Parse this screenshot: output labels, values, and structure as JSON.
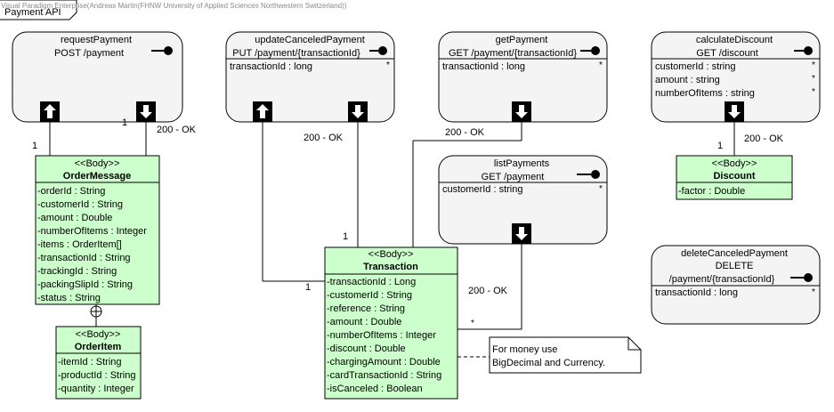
{
  "watermark": "Visual Paradigm Enterprise(Andreas Martin(FHNW University of Applied Sciences Northwestern Switzerland))",
  "frame_title": "Payment API",
  "resources": {
    "requestPayment": {
      "name": "requestPayment",
      "line2": "POST /payment"
    },
    "updateCanceledPayment": {
      "name": "updateCanceledPayment",
      "line2": "PUT /payment/{transactionId}",
      "param": "transactionId : long",
      "mult": "*"
    },
    "getPayment": {
      "name": "getPayment",
      "line2": "GET /payment/{transactionId}",
      "param": "transactionId : long",
      "mult": "*"
    },
    "listPayments": {
      "name": "listPayments",
      "line2": "GET /payment",
      "param": "customerId : string",
      "mult": "*"
    },
    "calculateDiscount": {
      "name": "calculateDiscount",
      "line2": "GET /discount",
      "params": [
        "customerId : string",
        "amount : string",
        "numberOfItems : string"
      ],
      "mult": "*"
    },
    "deleteCanceledPayment": {
      "name": "deleteCanceledPayment",
      "line2": "DELETE",
      "line3": "/payment/{transactionId}",
      "param": "transactionId : long",
      "mult": "*"
    }
  },
  "classes": {
    "orderMessage": {
      "stereotype": "<<Body>>",
      "name": "OrderMessage",
      "attributes": [
        "-orderId : String",
        "-customerId : String",
        "-amount : Double",
        "-numberOfItems : Integer",
        "-items : OrderItem[]",
        "-transactionId : String",
        "-trackingId : String",
        "-packingSlipId : String",
        "-status : String"
      ]
    },
    "orderItem": {
      "stereotype": "<<Body>>",
      "name": "OrderItem",
      "attributes": [
        "-itemId : String",
        "-productId : String",
        "-quantity : Integer"
      ]
    },
    "transaction": {
      "stereotype": "<<Body>>",
      "name": "Transaction",
      "attributes": [
        "-transactionId : Long",
        "-customerId : String",
        "-reference : String",
        "-amount : Double",
        "-numberOfItems : Integer",
        "-discount : Double",
        "-chargingAmount : Double",
        "-cardTransactionId : String",
        "-isCanceled : Boolean"
      ]
    },
    "discount": {
      "stereotype": "<<Body>>",
      "name": "Discount",
      "attributes": [
        "-factor : Double"
      ]
    }
  },
  "labels": {
    "ok": "200 - OK",
    "one": "1",
    "star": "*"
  },
  "note": {
    "lines": [
      "For money use",
      "BigDecimal and Currency."
    ]
  },
  "colors": {
    "resource_fill": "#f4f4f4",
    "class_fill": "#ccffcc",
    "line": "#000000",
    "note_fill": "#ffffff"
  }
}
